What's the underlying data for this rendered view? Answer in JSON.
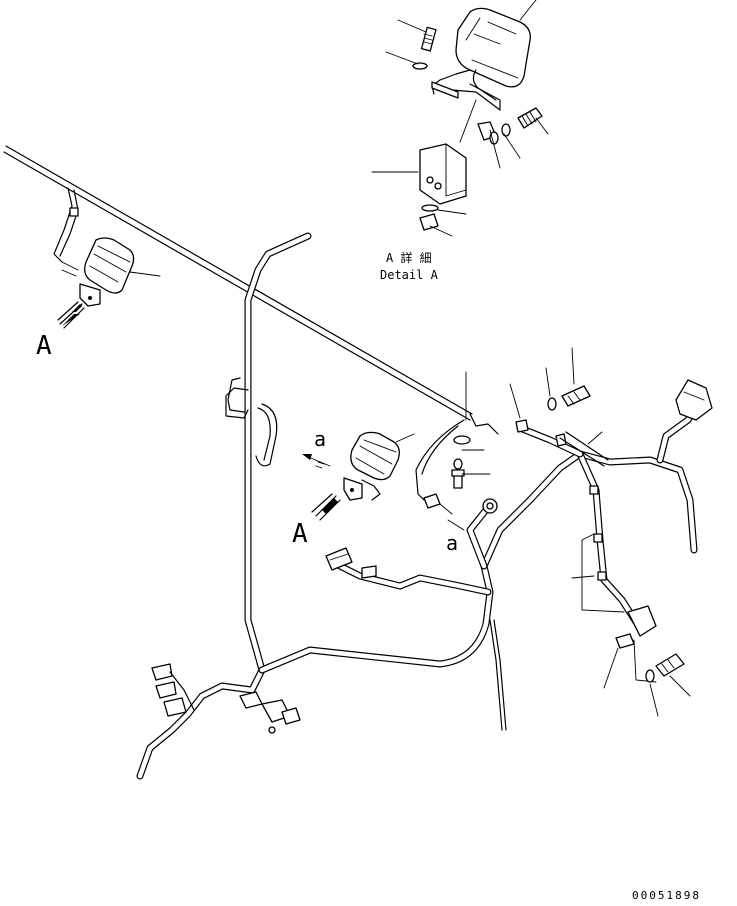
{
  "labels": {
    "view_a_left": "A",
    "view_a_center": "A",
    "sub_a_center": "a",
    "sub_a_lower": "a",
    "detail_title_jp": "A 詳 細",
    "detail_title_en": "Detail A",
    "drawing_number": "00051898"
  }
}
